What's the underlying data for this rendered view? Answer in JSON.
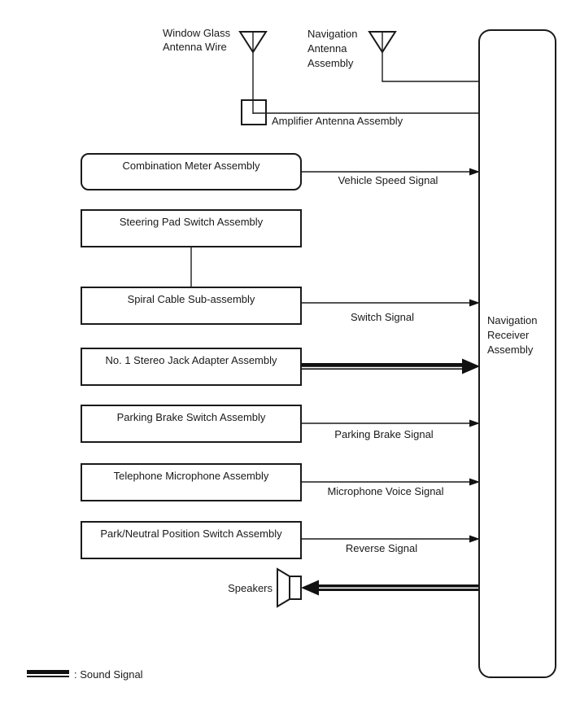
{
  "colors": {
    "ink": "#1a1a1a",
    "background": "#ffffff"
  },
  "antennas": {
    "window_glass": {
      "label": "Window Glass\nAntenna Wire"
    },
    "navigation": {
      "label": "Navigation\nAntenna\nAssembly"
    },
    "amplifier": {
      "label": "Amplifier Antenna Assembly"
    }
  },
  "component_boxes": [
    {
      "label": "Combination Meter Assembly"
    },
    {
      "label": "Steering Pad Switch Assembly"
    },
    {
      "label": "Spiral Cable Sub-assembly"
    },
    {
      "label": "No. 1 Stereo Jack Adapter Assembly"
    },
    {
      "label": "Parking Brake Switch Assembly"
    },
    {
      "label": "Telephone Microphone Assembly"
    },
    {
      "label": "Park/Neutral Position Switch Assembly"
    }
  ],
  "receiver": {
    "label": "Navigation\nReceiver\nAssembly"
  },
  "signal_labels": [
    {
      "label": "Vehicle Speed Signal"
    },
    {
      "label": "Switch Signal"
    },
    {
      "label": "Parking Brake Signal"
    },
    {
      "label": "Microphone Voice Signal"
    },
    {
      "label": "Reverse Signal"
    }
  ],
  "speakers": {
    "label": "Speakers"
  },
  "legend": {
    "sound_signal": ": Sound Signal"
  }
}
